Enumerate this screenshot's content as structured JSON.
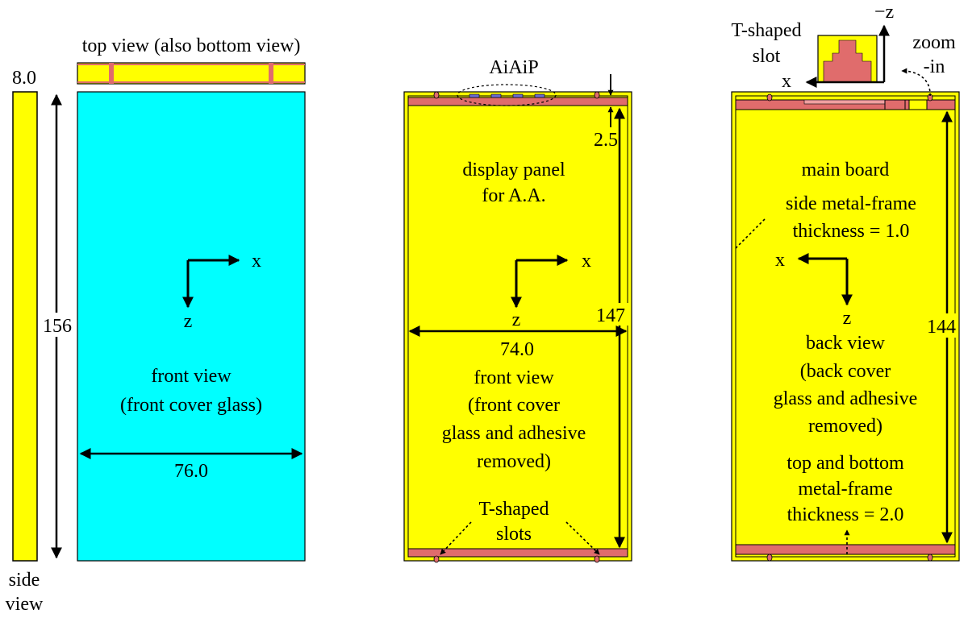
{
  "colors": {
    "yellow": "#FFFF00",
    "cyan": "#00FFFF",
    "frame_red": "#E06C6C",
    "outline": "#000000"
  },
  "side_view": {
    "thickness": "8.0",
    "label_line1": "side",
    "label_line2": "view"
  },
  "top_view": {
    "label": "top view (also bottom view)"
  },
  "front_view": {
    "height_dim": "156",
    "width_dim": "76.0",
    "axis_x": "x",
    "axis_z": "z",
    "title_line1": "front view",
    "title_line2": "(front cover glass)"
  },
  "middle_view": {
    "aiaip": "AiAiP",
    "frame_dim": "2.5",
    "panel_line1": "display panel",
    "panel_line2": "for A.A.",
    "axis_x": "x",
    "axis_z": "z",
    "height_dim": "147",
    "width_dim": "74.0",
    "title_line1": "front view",
    "title_line2": "(front cover",
    "title_line3": "glass and adhesive",
    "title_line4": "removed)",
    "slots_line1": "T-shaped",
    "slots_line2": "slots"
  },
  "right_view": {
    "zoom_label_line1": "T-shaped",
    "zoom_label_line2": "slot",
    "zoom_axis_minus_z": "−z",
    "zoom_axis_x": "x",
    "zoom_in_line1": "zoom",
    "zoom_in_line2": "-in",
    "board_label": "main board",
    "side_frame_line1": "side metal-frame",
    "side_frame_line2": "thickness = 1.0",
    "axis_x": "x",
    "axis_z": "z",
    "height_dim": "144",
    "title_line1": "back view",
    "title_line2": "(back cover",
    "title_line3": "glass and adhesive",
    "title_line4": "removed)",
    "tb_frame_line1": "top and bottom",
    "tb_frame_line2": "metal-frame",
    "tb_frame_line3": "thickness = 2.0"
  }
}
